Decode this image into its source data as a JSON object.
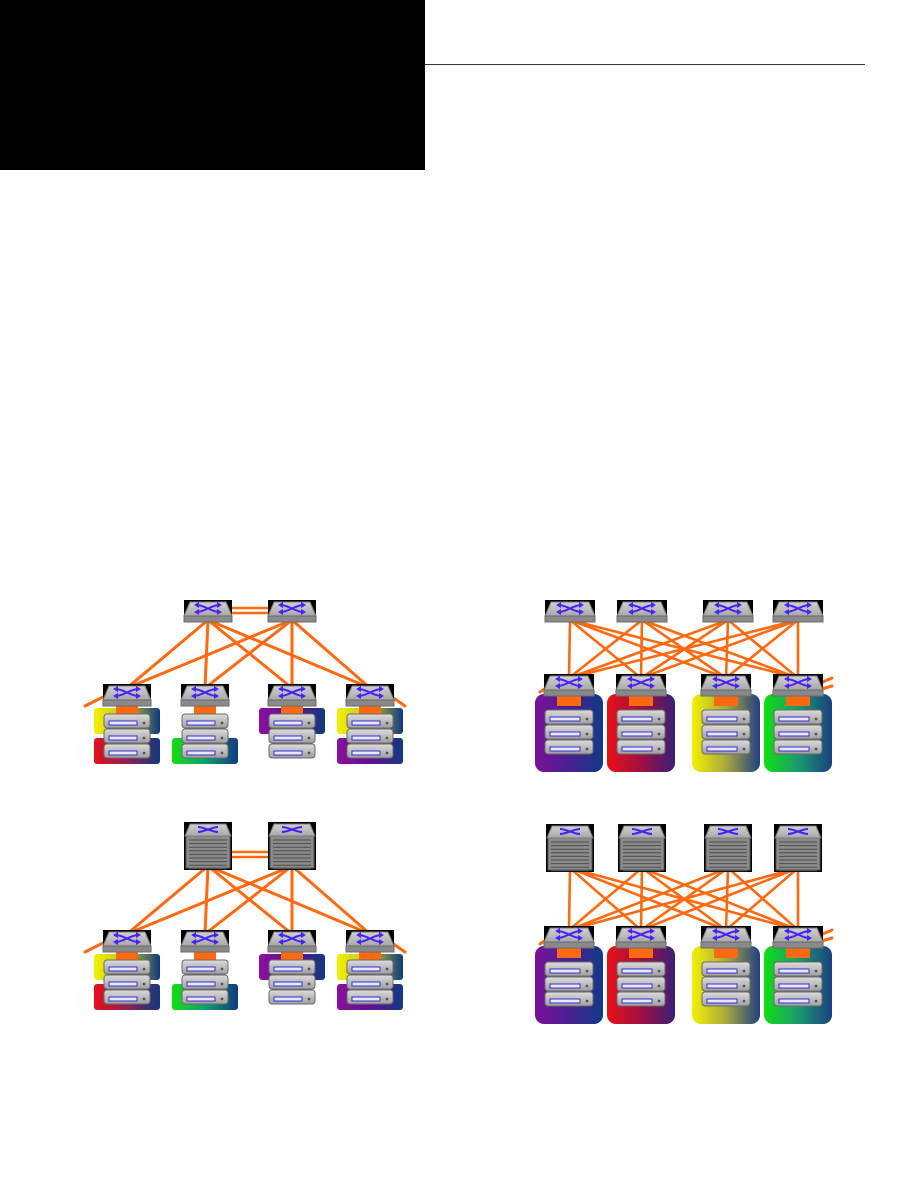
{
  "page": {
    "background": "#ffffff",
    "header_block_color": "#000000",
    "rule_color": "#2a3a5a"
  },
  "colors": {
    "link": "#ff6a10",
    "device_grey": "#9c9c9c",
    "arrow_blue": "#4b20ff",
    "chassis_grey": "#8a8a8a",
    "server_outline": "#3a2ccc"
  },
  "diagrams": [
    {
      "id": "top-left",
      "core_type": "switch",
      "core_count": 2,
      "access_count": 4,
      "access_style": "badges"
    },
    {
      "id": "top-right",
      "core_type": "switch",
      "core_count": 4,
      "access_count": 4,
      "access_style": "frames"
    },
    {
      "id": "bottom-left",
      "core_type": "chassis",
      "core_count": 2,
      "access_count": 4,
      "access_style": "badges"
    },
    {
      "id": "bottom-right",
      "core_type": "chassis",
      "core_count": 4,
      "access_count": 4,
      "access_style": "frames"
    }
  ],
  "icons": {
    "switch": "switch-icon",
    "chassis": "chassis-switch-icon",
    "server": "server-icon"
  }
}
